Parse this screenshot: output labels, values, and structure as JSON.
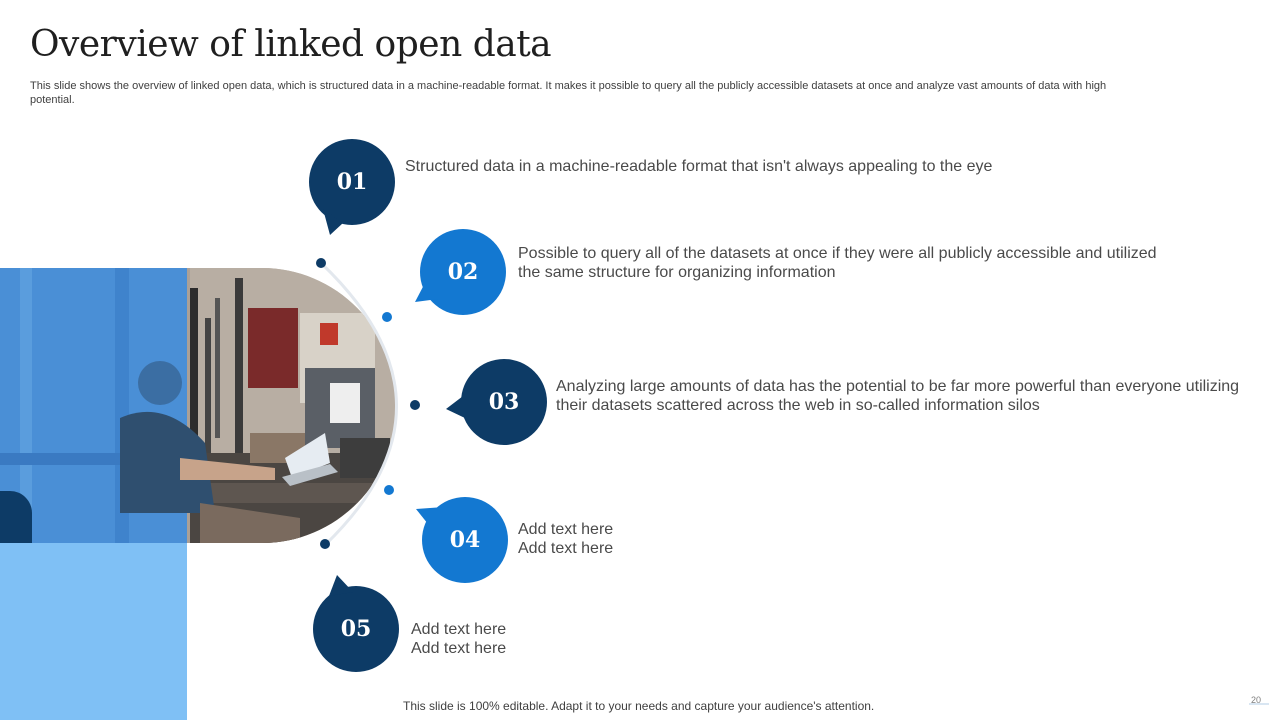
{
  "slide": {
    "title": "Overview of linked open data",
    "subtitle": "This slide shows the overview of linked open data, which is structured data in a machine-readable format. It makes it possible to query all the publicly accessible datasets at once and analyze vast amounts of data with high potential.",
    "footer": "This slide is 100% editable. Adapt it to your needs and capture your audience's attention.",
    "page_number": "20"
  },
  "colors": {
    "dark_navy": "#0d3b66",
    "bright_blue": "#1378d1",
    "light_blue": "#7fc0f5",
    "arc_grey": "#e3e8ee"
  },
  "items": [
    {
      "number": "01",
      "lines": [
        "Structured data in a machine-readable format that isn't always appealing to the eye"
      ]
    },
    {
      "number": "02",
      "lines": [
        "Possible to query all of the datasets at once if they were all publicly accessible and utilized",
        "the same structure for organizing information"
      ]
    },
    {
      "number": "03",
      "lines": [
        "Analyzing large amounts of data has the potential to be far more powerful than everyone utilizing",
        "their datasets scattered across the web in so-called information silos"
      ]
    },
    {
      "number": "04",
      "lines": [
        "Add text here",
        "Add text here"
      ]
    },
    {
      "number": "05",
      "lines": [
        "Add text here",
        "Add text here"
      ]
    }
  ]
}
